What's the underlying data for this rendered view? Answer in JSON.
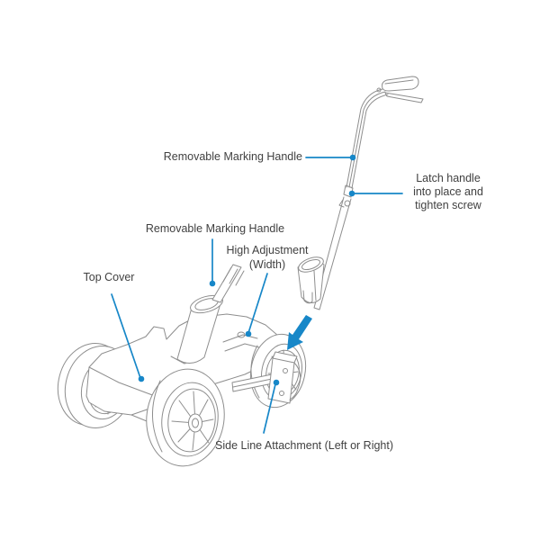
{
  "colors": {
    "accent_blue": "#1787C8",
    "line_gray": "#8E8E8E",
    "text_gray": "#414141"
  },
  "diagram": {
    "type": "exploded-parts-diagram",
    "subject": "wheeled line-marking cart with removable marking handle",
    "labels": {
      "marking_handle_upper": "Removable Marking Handle",
      "latch_instruction": "Latch handle\ninto place and\ntighten screw",
      "marking_handle_lower": "Removable Marking Handle",
      "high_adjustment": "High Adjustment\n(Width)",
      "top_cover": "Top Cover",
      "side_line_attachment": "Side Line Attachment (Left or Right)"
    }
  }
}
